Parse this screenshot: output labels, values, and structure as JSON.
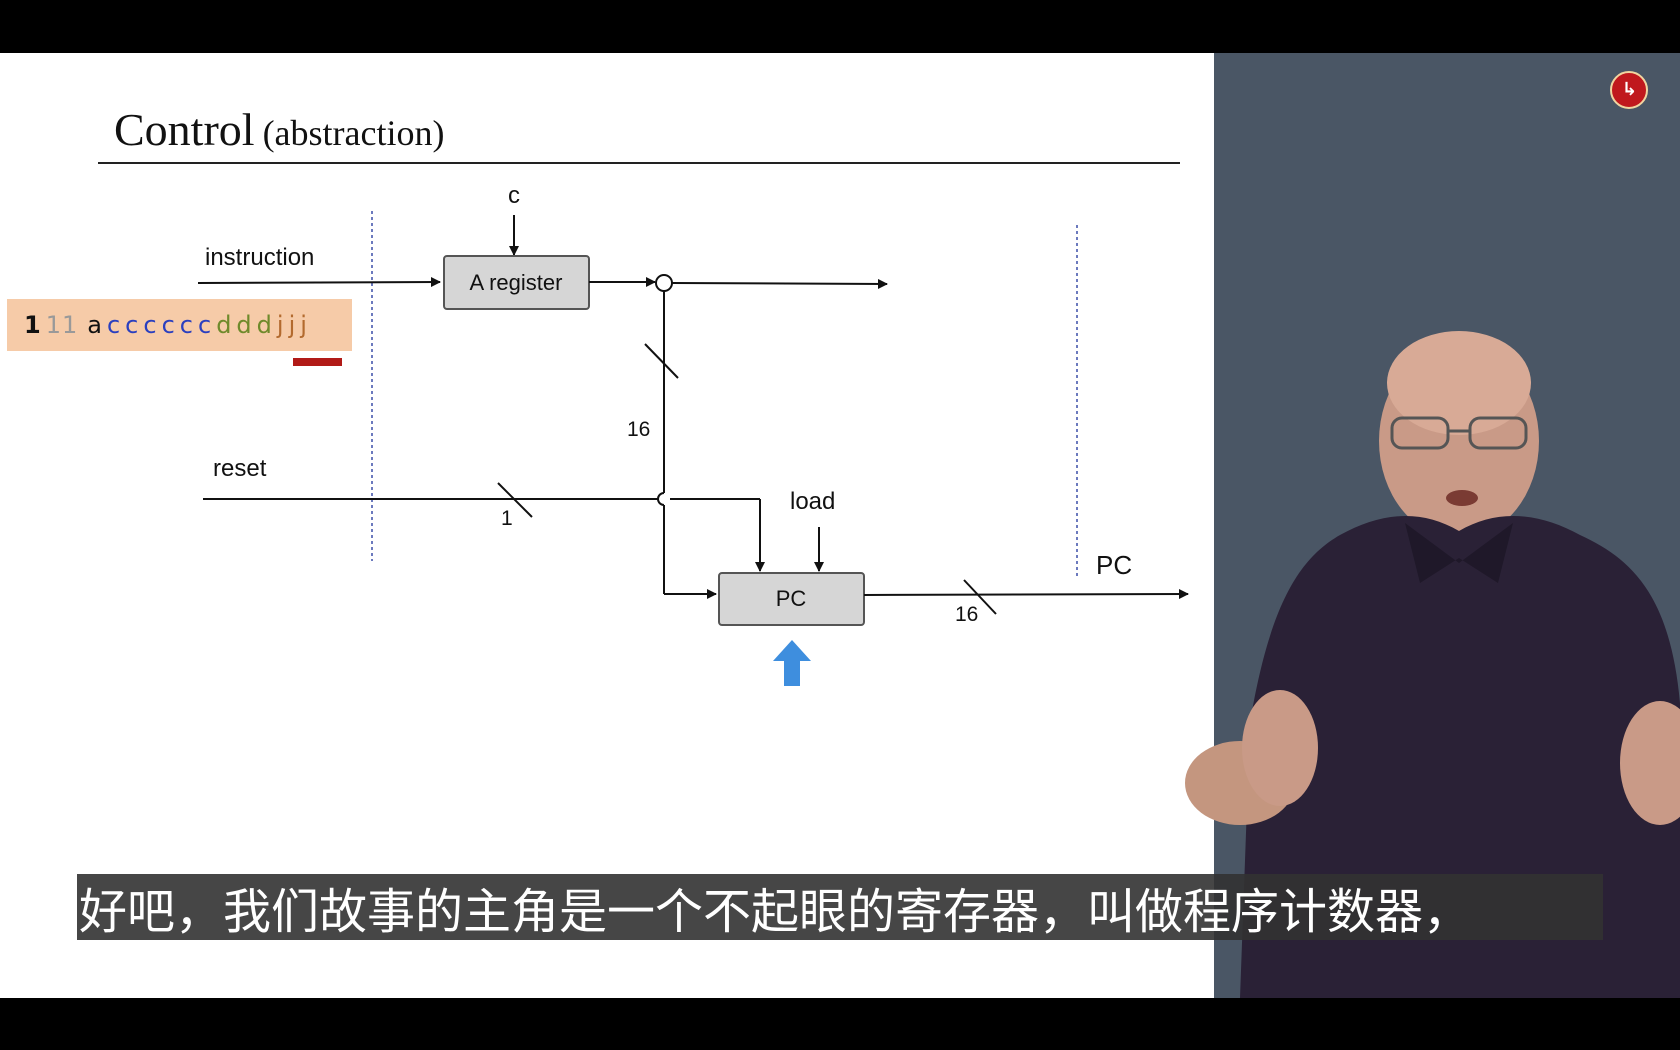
{
  "slide": {
    "title": "Control",
    "title_sub": "(abstraction)"
  },
  "diagram": {
    "label_c": "c",
    "label_instruction": "instruction",
    "a_register": "A register",
    "label_reset": "reset",
    "label_load": "load",
    "pc_block": "PC",
    "width_16_a": "16",
    "width_1": "1",
    "width_16_b": "16",
    "label_pc_out": "PC"
  },
  "instruction_bits": {
    "b1": "1",
    "b11": "11",
    "a": "a",
    "c": [
      "c",
      "c",
      "c",
      "c",
      "c",
      "c"
    ],
    "d": [
      "d",
      "d",
      "d"
    ],
    "j": [
      "j",
      "j",
      "j"
    ]
  },
  "subtitle": "好吧，我们故事的主角是一个不起眼的寄存器，叫做程序计数器，",
  "colors": {
    "slide_bg": "#ffffff",
    "panel_bg": "#4a5665",
    "bits_highlight": "#f6cba8",
    "jump_underline": "#b11a17",
    "pc_arrow": "#3e8ede",
    "logo_red": "#c0181d"
  }
}
